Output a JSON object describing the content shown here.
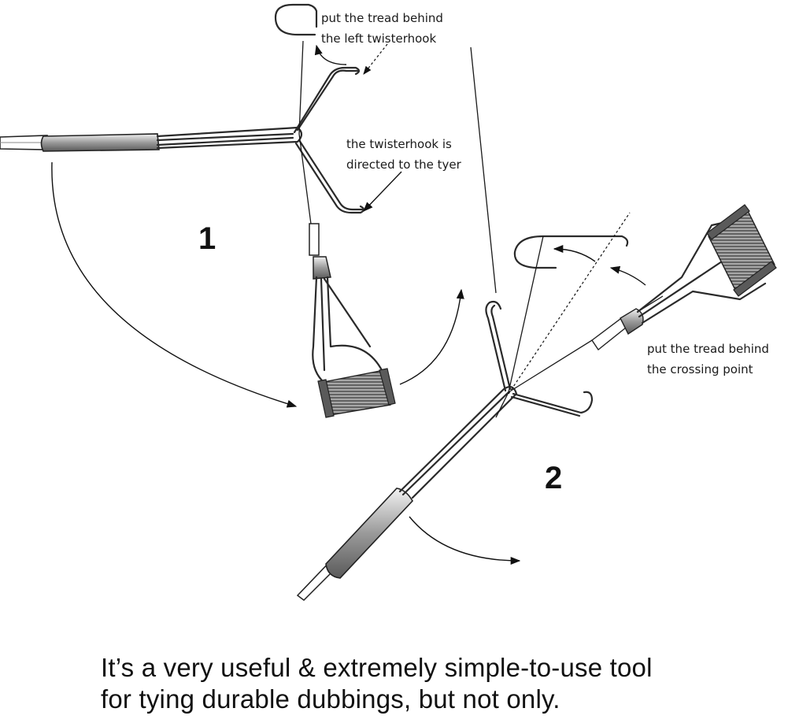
{
  "labels": {
    "tread_left_line1": "put the tread behind",
    "tread_left_line2": "the left twisterhook",
    "hook_tyer_line1": "the twisterhook is",
    "hook_tyer_line2": "directed to the tyer",
    "crossing_line1": "put the tread behind",
    "crossing_line2": "the crossing point"
  },
  "steps": {
    "step1": "1",
    "step2": "2"
  },
  "caption": {
    "line1": "It’s a very useful & extremely simple-to-use tool",
    "line2": "for tying durable dubbings, but not only."
  }
}
